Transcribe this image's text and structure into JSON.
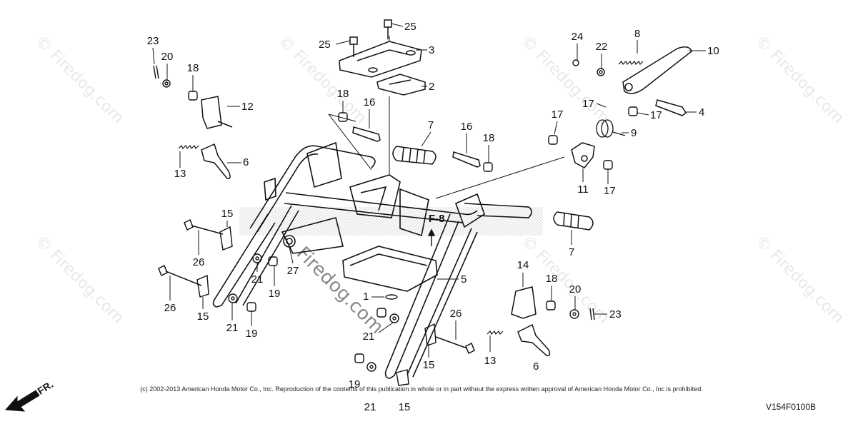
{
  "diagram": {
    "callouts": [
      {
        "id": "c1",
        "text": "1"
      },
      {
        "id": "c2",
        "text": "2"
      },
      {
        "id": "c3",
        "text": "3"
      },
      {
        "id": "c4",
        "text": "4"
      },
      {
        "id": "c5",
        "text": "5"
      },
      {
        "id": "c6a",
        "text": "6"
      },
      {
        "id": "c6b",
        "text": "6"
      },
      {
        "id": "c7a",
        "text": "7"
      },
      {
        "id": "c7b",
        "text": "7"
      },
      {
        "id": "c8",
        "text": "8"
      },
      {
        "id": "c9",
        "text": "9"
      },
      {
        "id": "c10",
        "text": "10"
      },
      {
        "id": "c11",
        "text": "11"
      },
      {
        "id": "c12",
        "text": "12"
      },
      {
        "id": "c13a",
        "text": "13"
      },
      {
        "id": "c13b",
        "text": "13"
      },
      {
        "id": "c14",
        "text": "14"
      },
      {
        "id": "c15a",
        "text": "15"
      },
      {
        "id": "c15b",
        "text": "15"
      },
      {
        "id": "c15c",
        "text": "15"
      },
      {
        "id": "c15d",
        "text": "15"
      },
      {
        "id": "c16a",
        "text": "16"
      },
      {
        "id": "c16b",
        "text": "16"
      },
      {
        "id": "c17a",
        "text": "17"
      },
      {
        "id": "c17b",
        "text": "17"
      },
      {
        "id": "c17c",
        "text": "17"
      },
      {
        "id": "c17d",
        "text": "17"
      },
      {
        "id": "c18a",
        "text": "18"
      },
      {
        "id": "c18b",
        "text": "18"
      },
      {
        "id": "c18c",
        "text": "18"
      },
      {
        "id": "c18d",
        "text": "18"
      },
      {
        "id": "c19a",
        "text": "19"
      },
      {
        "id": "c19b",
        "text": "19"
      },
      {
        "id": "c19c",
        "text": "19"
      },
      {
        "id": "c20a",
        "text": "20"
      },
      {
        "id": "c20b",
        "text": "20"
      },
      {
        "id": "c21a",
        "text": "21"
      },
      {
        "id": "c21b",
        "text": "21"
      },
      {
        "id": "c21c",
        "text": "21"
      },
      {
        "id": "c21d",
        "text": "21"
      },
      {
        "id": "c22",
        "text": "22"
      },
      {
        "id": "c23a",
        "text": "23"
      },
      {
        "id": "c23b",
        "text": "23"
      },
      {
        "id": "c24",
        "text": "24"
      },
      {
        "id": "c25a",
        "text": "25"
      },
      {
        "id": "c25b",
        "text": "25"
      },
      {
        "id": "c26a",
        "text": "26"
      },
      {
        "id": "c26b",
        "text": "26"
      },
      {
        "id": "c26c",
        "text": "26"
      },
      {
        "id": "c27",
        "text": "27"
      }
    ],
    "section_label": "F-8",
    "direction_label": "FR.",
    "copyright": "(c) 2002-2013 American Honda Motor Co., Inc. Reproduction of the contents of this publication in whole or in part without the express written approval of American Honda Motor Co., Inc is prohibited.",
    "figure_code": "V154F0100B",
    "watermark": "© Firedog.com",
    "watermark_center": "Firedog.com"
  },
  "colors": {
    "ink": "#111111",
    "shade": "#bbbbbb"
  }
}
